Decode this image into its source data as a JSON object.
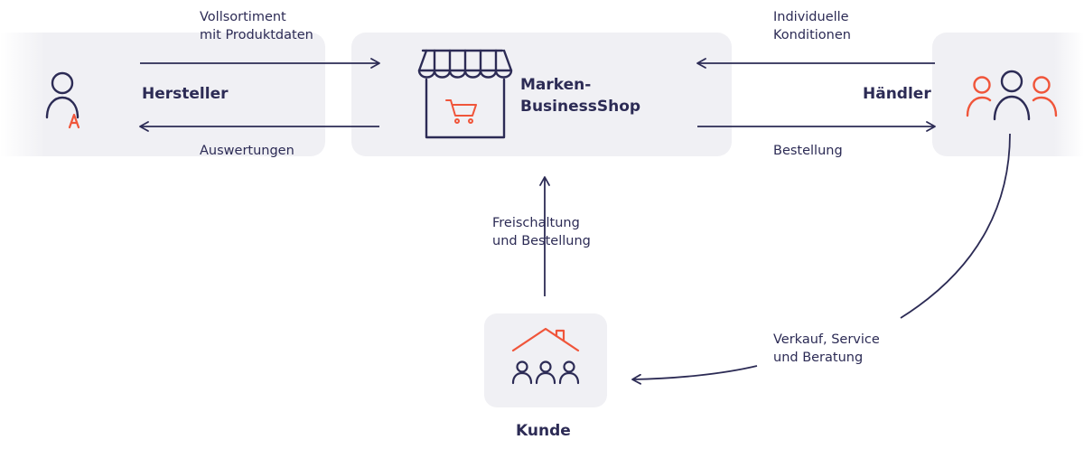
{
  "nodes": {
    "hersteller": {
      "label": "Hersteller"
    },
    "shop": {
      "label_line1": "Marken-",
      "label_line2": "BusinessShop"
    },
    "haendler": {
      "label": "Händler"
    },
    "kunde": {
      "label": "Kunde"
    }
  },
  "edges": {
    "vollsortiment": {
      "line1": "Vollsortiment",
      "line2": "mit Produktdaten"
    },
    "auswertungen": {
      "label": "Auswertungen"
    },
    "konditionen": {
      "line1": "Individuelle",
      "line2": "Konditionen"
    },
    "bestellung": {
      "label": "Bestellung"
    },
    "freischaltung": {
      "line1": "Freischaltung",
      "line2": "und Bestellung"
    },
    "verkauf": {
      "line1": "Verkauf, Service",
      "line2": "und Beratung"
    }
  },
  "icons": {
    "hersteller": "person-icon",
    "shop": "storefront-cart-icon",
    "haendler": "group-icon",
    "kunde": "house-family-icon"
  },
  "colors": {
    "navy": "#2c2b55",
    "accent": "#f0553a",
    "box": "#f0f0f4"
  }
}
